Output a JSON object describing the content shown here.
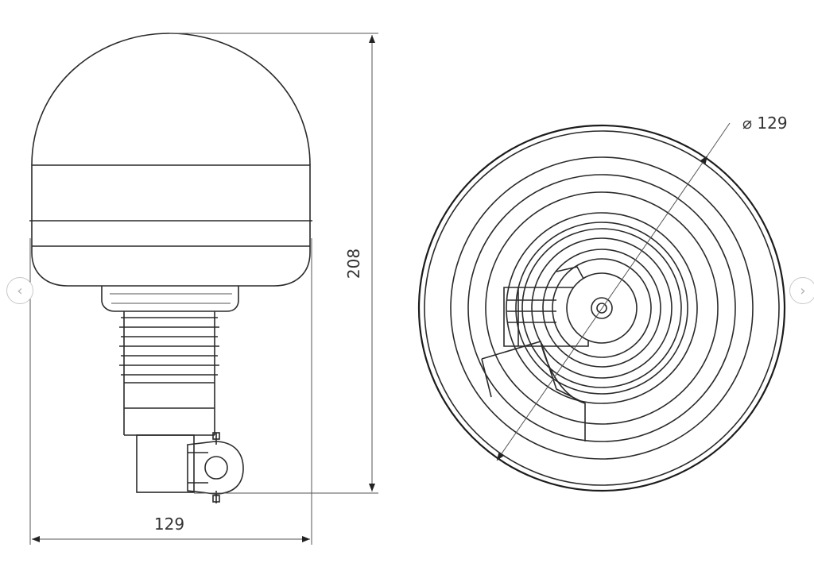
{
  "drawing": {
    "width_label": "129",
    "height_label": "208",
    "diameter_label": "⌀ 129"
  },
  "carousel": {
    "prev_icon": "‹",
    "next_icon": "›"
  }
}
